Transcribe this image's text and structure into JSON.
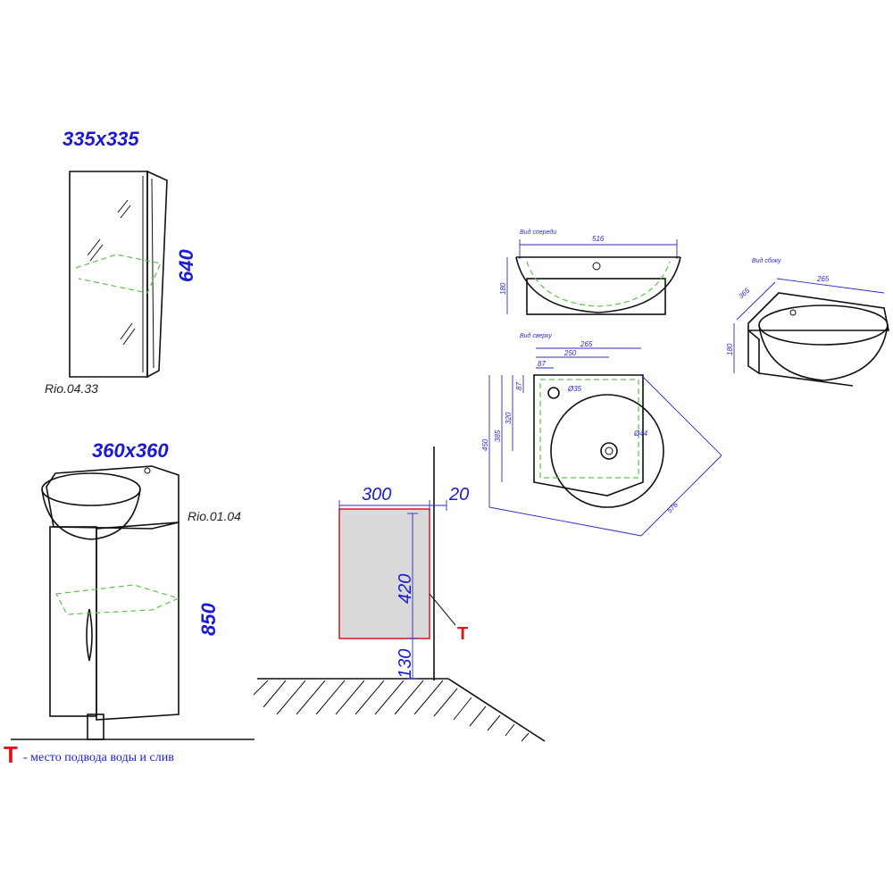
{
  "mirror_cabinet": {
    "size_label": "335x335",
    "height_label": "640",
    "model": "Rio.04.33"
  },
  "vanity": {
    "size_label": "360x360",
    "height_label": "850",
    "model": "Rio.01.04"
  },
  "wall_plan": {
    "width_label": "300",
    "offset_label": "20",
    "height_label": "420",
    "floor_gap_label": "130",
    "t_marker": "T"
  },
  "basin_front": {
    "title": "Вид спереди",
    "width_label": "516",
    "height_label": "180"
  },
  "basin_top": {
    "title": "Вид сверху",
    "w1": "265",
    "w2": "250",
    "w3": "87",
    "h1": "87",
    "h2": "320",
    "h3": "385",
    "h4": "450",
    "hole1": "Ø35",
    "hole2": "Ø44",
    "diag": "576"
  },
  "basin_iso": {
    "title": "Вид сбоку",
    "d1": "265",
    "d2": "365",
    "d3": "180"
  },
  "legend": {
    "marker": "T",
    "text": "- место подвода воды и слив"
  },
  "colors": {
    "dimension": "#1a1ad6",
    "marker": "#e0141e",
    "shelf": "#5cc24a",
    "wall_fill": "#d9d9d9"
  }
}
